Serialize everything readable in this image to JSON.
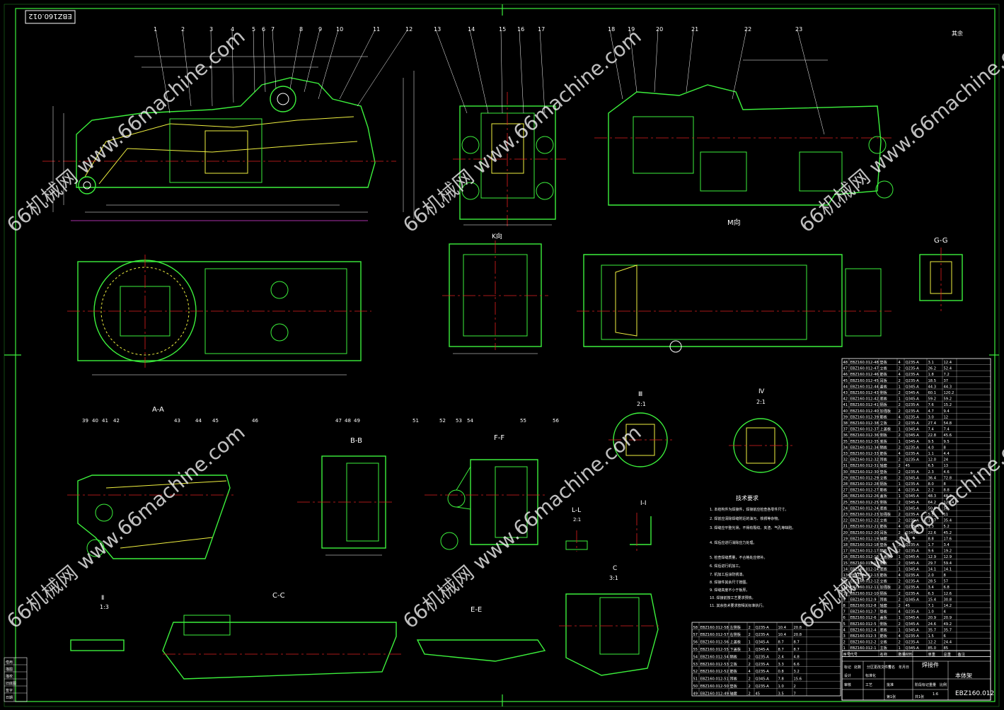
{
  "drawing": {
    "title": "EBZ160.012",
    "stamp": "EBZ160.012",
    "assembly_name": "焊接件",
    "part_name": "本体架",
    "scale_ratio": "1:6"
  },
  "views": {
    "aa": "A-A",
    "bb": "B-B",
    "cc": "C-C",
    "ee": "E-E",
    "ff": "F-F",
    "gg": "G-G",
    "ll": "L-L",
    "ii": "I-I",
    "kv": "K向",
    "mv": "M向",
    "d3": "Ⅲ",
    "d3s": "2:1",
    "d4": "Ⅳ",
    "d4s": "2:1",
    "d2": "Ⅱ",
    "d2s": "1:3",
    "dc": "C",
    "dcs": "3:1",
    "lls": "2:1",
    "roughness": "其余"
  },
  "notes": {
    "title": "技术要求",
    "items": [
      "1. 本结构件为焊接件，焊接前应检查各零件尺寸。",
      "2. 焊前应清除焊缝附近的油污、铁锈等杂物。",
      "3. 焊缝应平整光滑，不得有裂纹、夹渣、气孔等缺陷。",
      "4. 焊后应进行消除应力处理。",
      "5. 检查焊缝质量，不合格处应修补。",
      "6. 焊后进行机加工。",
      "7. 机加工后涂防锈漆。",
      "8. 焊接件其余尺寸按图。",
      "9. 焊缝高度不小于板厚。",
      "10. 焊接前按工艺要求预热。",
      "11. 其余技术要求按相关标准执行。"
    ]
  },
  "watermark": {
    "text": "66机械网 www.66machine.com"
  },
  "title_block": {
    "c1": "标记",
    "c2": "处数",
    "c3": "分区",
    "c4": "更改文件号",
    "c5": "签名",
    "c6": "年月日",
    "r1": "设计",
    "r2": "标准化",
    "r3": "审核",
    "r4": "工艺",
    "r5": "批准",
    "f1": "阶段标记",
    "f2": "重量",
    "f3": "比例",
    "f4": "共1张",
    "f5": "第1张"
  },
  "bom_header": [
    "序号",
    "代号",
    "名称",
    "数量",
    "材料",
    "单重",
    "总重",
    "备注"
  ],
  "bom_rows": [
    [
      "48",
      "EBZ160.012-48",
      "垫板",
      "4",
      "Q235-A",
      "3.1",
      "12.4"
    ],
    [
      "47",
      "EBZ160.012-47",
      "立板",
      "2",
      "Q235-A",
      "26.2",
      "52.4"
    ],
    [
      "46",
      "EBZ160.012-46",
      "筋板",
      "4",
      "Q235-A",
      "1.8",
      "7.2"
    ],
    [
      "45",
      "EBZ160.012-45",
      "耳板",
      "2",
      "Q235-A",
      "18.5",
      "37"
    ],
    [
      "44",
      "EBZ160.012-44",
      "盖板",
      "1",
      "Q345-A",
      "44.3",
      "44.3"
    ],
    [
      "43",
      "EBZ160.012-43",
      "侧板",
      "2",
      "Q345-A",
      "60.1",
      "120.2"
    ],
    [
      "42",
      "EBZ160.012-42",
      "底板",
      "1",
      "Q345-A",
      "59.2",
      "59.2"
    ],
    [
      "41",
      "EBZ160.012-41",
      "隔板",
      "2",
      "Q235-A",
      "7.6",
      "15.2"
    ],
    [
      "40",
      "EBZ160.012-40",
      "加强板",
      "2",
      "Q235-A",
      "4.7",
      "9.4"
    ],
    [
      "39",
      "EBZ160.012-39",
      "筋板",
      "4",
      "Q235-A",
      "3.0",
      "12"
    ],
    [
      "38",
      "EBZ160.012-38",
      "立板",
      "2",
      "Q235-A",
      "27.4",
      "54.8"
    ],
    [
      "37",
      "EBZ160.012-37",
      "上盖板",
      "1",
      "Q345-A",
      "7.4",
      "7.4"
    ],
    [
      "36",
      "EBZ160.012-36",
      "侧板",
      "2",
      "Q345-A",
      "22.8",
      "45.6"
    ],
    [
      "35",
      "EBZ160.012-35",
      "底板",
      "1",
      "Q345-A",
      "9.5",
      "9.5"
    ],
    [
      "34",
      "EBZ160.012-34",
      "隔板",
      "2",
      "Q235-A",
      "4.0",
      "8"
    ],
    [
      "33",
      "EBZ160.012-33",
      "筋板",
      "4",
      "Q235-A",
      "1.1",
      "4.4"
    ],
    [
      "32",
      "EBZ160.012-32",
      "耳板",
      "2",
      "Q235-A",
      "12.0",
      "24"
    ],
    [
      "31",
      "EBZ160.012-31",
      "轴套",
      "2",
      "45",
      "6.5",
      "13"
    ],
    [
      "30",
      "EBZ160.012-30",
      "垫板",
      "2",
      "Q235-A",
      "2.3",
      "4.6"
    ],
    [
      "29",
      "EBZ160.012-29",
      "立板",
      "2",
      "Q345-A",
      "36.4",
      "72.8"
    ],
    [
      "28",
      "EBZ160.012-28",
      "隔板",
      "1",
      "Q235-A",
      "8.0",
      "8"
    ],
    [
      "27",
      "EBZ160.012-27",
      "筋板",
      "4",
      "Q235-A",
      "2.2",
      "8.8"
    ],
    [
      "26",
      "EBZ160.012-26",
      "盖板",
      "1",
      "Q345-A",
      "48.3",
      "48.3"
    ],
    [
      "25",
      "EBZ160.012-25",
      "侧板",
      "2",
      "Q345-A",
      "64.2",
      "128.4"
    ],
    [
      "24",
      "EBZ160.012-24",
      "底板",
      "1",
      "Q345-A",
      "50.0",
      "50"
    ],
    [
      "23",
      "EBZ160.012-23",
      "加强板",
      "2",
      "Q235-A",
      "5.5",
      "11"
    ],
    [
      "22",
      "EBZ160.012-22",
      "立板",
      "2",
      "Q235-A",
      "17.7",
      "35.4"
    ],
    [
      "21",
      "EBZ160.012-21",
      "筋板",
      "4",
      "Q235-A",
      "1.3",
      "5.2"
    ],
    [
      "20",
      "EBZ160.012-20",
      "耳板",
      "2",
      "Q345-A",
      "22.6",
      "45.2"
    ],
    [
      "19",
      "EBZ160.012-19",
      "轴套",
      "2",
      "45",
      "8.8",
      "17.6"
    ],
    [
      "18",
      "EBZ160.012-18",
      "垫板",
      "2",
      "Q235-A",
      "1.7",
      "3.4"
    ],
    [
      "17",
      "EBZ160.012-17",
      "隔板",
      "2",
      "Q235-A",
      "9.6",
      "19.2"
    ],
    [
      "16",
      "EBZ160.012-16",
      "上盖板",
      "1",
      "Q345-A",
      "12.9",
      "12.9"
    ],
    [
      "15",
      "EBZ160.012-15",
      "侧板",
      "2",
      "Q345-A",
      "29.7",
      "59.4"
    ],
    [
      "14",
      "EBZ160.012-14",
      "底板",
      "1",
      "Q345-A",
      "14.1",
      "14.1"
    ],
    [
      "13",
      "EBZ160.012-13",
      "筋板",
      "4",
      "Q235-A",
      "2.0",
      "8"
    ],
    [
      "12",
      "EBZ160.012-12",
      "立板",
      "2",
      "Q235-A",
      "28.5",
      "57"
    ],
    [
      "11",
      "EBZ160.012-11",
      "加强板",
      "2",
      "Q235-A",
      "3.4",
      "6.8"
    ],
    [
      "10",
      "EBZ160.012-10",
      "隔板",
      "2",
      "Q235-A",
      "6.3",
      "12.6"
    ],
    [
      "9",
      "EBZ160.012-9",
      "耳板",
      "2",
      "Q345-A",
      "15.4",
      "30.8"
    ],
    [
      "8",
      "EBZ160.012-8",
      "轴套",
      "2",
      "45",
      "7.1",
      "14.2"
    ],
    [
      "7",
      "EBZ160.012-7",
      "垫板",
      "4",
      "Q235-A",
      "1.0",
      "4"
    ],
    [
      "6",
      "EBZ160.012-6",
      "盖板",
      "1",
      "Q345-A",
      "20.9",
      "20.9"
    ],
    [
      "5",
      "EBZ160.012-5",
      "侧板",
      "2",
      "Q345-A",
      "24.6",
      "49.2"
    ],
    [
      "4",
      "EBZ160.012-4",
      "底板",
      "1",
      "Q345-A",
      "35.7",
      "35.7"
    ],
    [
      "3",
      "EBZ160.012-3",
      "筋板",
      "4",
      "Q235-A",
      "1.5",
      "6"
    ],
    [
      "2",
      "EBZ160.012-2",
      "立板",
      "2",
      "Q235-A",
      "12.2",
      "24.4"
    ],
    [
      "1",
      "EBZ160.012-1",
      "主板",
      "1",
      "Q345-A",
      "85.0",
      "85"
    ]
  ],
  "bom2_rows": [
    [
      "58",
      "EBZ160.012-58",
      "左侧板",
      "2",
      "Q235-A",
      "10.4",
      "20.8"
    ],
    [
      "57",
      "EBZ160.012-57",
      "右侧板",
      "2",
      "Q235-A",
      "10.4",
      "20.8"
    ],
    [
      "56",
      "EBZ160.012-56",
      "上盖板",
      "1",
      "Q345-A",
      "8.7",
      "8.7"
    ],
    [
      "55",
      "EBZ160.012-55",
      "下盖板",
      "1",
      "Q345-A",
      "8.7",
      "8.7"
    ],
    [
      "54",
      "EBZ160.012-54",
      "隔板",
      "2",
      "Q235-A",
      "2.4",
      "4.8"
    ],
    [
      "53",
      "EBZ160.012-53",
      "立板",
      "2",
      "Q235-A",
      "3.3",
      "6.6"
    ],
    [
      "52",
      "EBZ160.012-52",
      "筋板",
      "4",
      "Q235-A",
      "0.8",
      "3.2"
    ],
    [
      "51",
      "EBZ160.012-51",
      "耳板",
      "2",
      "Q345-A",
      "7.8",
      "15.6"
    ],
    [
      "50",
      "EBZ160.012-50",
      "垫板",
      "2",
      "Q235-A",
      "1.0",
      "2"
    ],
    [
      "49",
      "EBZ160.012-49",
      "轴套",
      "2",
      "45",
      "3.5",
      "7"
    ]
  ],
  "left_block": [
    "借用",
    "描图",
    "描校",
    "旧底图",
    "签字",
    "日期"
  ],
  "labels": {
    "top_numbers": [
      "1",
      "2",
      "3",
      "4",
      "5",
      "6",
      "7",
      "8",
      "9",
      "10",
      "11",
      "12"
    ],
    "mid_numbers": [
      "13",
      "14",
      "15",
      "16",
      "17"
    ],
    "right_numbers": [
      "18",
      "19",
      "20",
      "21",
      "22",
      "23"
    ],
    "aa_numbers": [
      "39",
      "40",
      "41",
      "42",
      "43",
      "44",
      "45",
      "46"
    ],
    "bb_numbers": [
      "47",
      "48",
      "49"
    ],
    "ff_numbers": [
      "51",
      "52",
      "53",
      "54",
      "55",
      "56"
    ]
  }
}
